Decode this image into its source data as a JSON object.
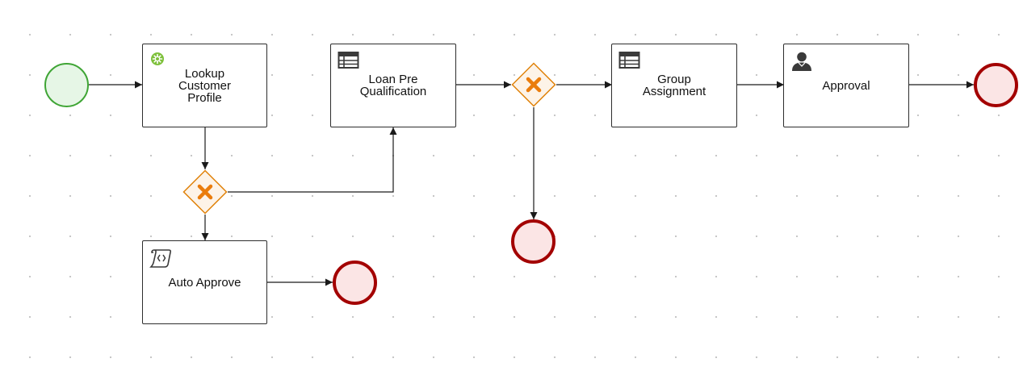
{
  "diagram": {
    "tasks": [
      {
        "id": "lookup",
        "label": "Lookup\nCustomer\nProfile",
        "icon": "service-task-icon"
      },
      {
        "id": "prequal",
        "label": "Loan Pre\nQualification",
        "icon": "business-rule-task-icon"
      },
      {
        "id": "group",
        "label": "Group\nAssignment",
        "icon": "business-rule-task-icon"
      },
      {
        "id": "approval",
        "label": "Approval",
        "icon": "user-task-icon"
      },
      {
        "id": "auto",
        "label": "Auto Approve",
        "icon": "script-task-icon"
      }
    ],
    "gateways": [
      {
        "id": "gw1",
        "type": "exclusive"
      },
      {
        "id": "gw2",
        "type": "exclusive"
      }
    ],
    "events": [
      {
        "id": "start",
        "type": "start"
      },
      {
        "id": "end_auto",
        "type": "end"
      },
      {
        "id": "end_gw2",
        "type": "end"
      },
      {
        "id": "end_final",
        "type": "end"
      }
    ],
    "colors": {
      "start_stroke": "#3fa535",
      "start_fill": "#e6f6e6",
      "end_stroke": "#a30000",
      "end_fill": "#fbe5e5",
      "gateway_stroke": "#e0820a",
      "gateway_fill": "#fdf3e8",
      "gateway_mark": "#ea7c0c",
      "edge": "#1a1a1a"
    }
  }
}
